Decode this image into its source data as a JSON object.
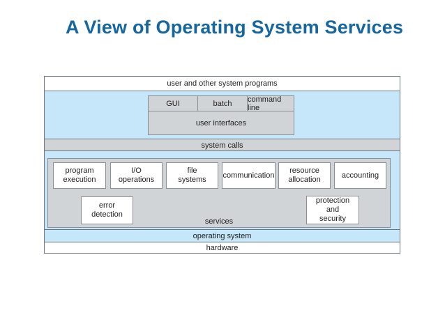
{
  "title": "A View of Operating System Services",
  "colors": {
    "title_text": "#15679e",
    "band_blue": "#c5e7f9",
    "panel_gray": "#d1d4d6",
    "border_dark": "#6d767d",
    "border_box": "#8a9096"
  },
  "diagram": {
    "user_programs_bar": "user and other system programs",
    "user_interface": {
      "cells": [
        "GUI",
        "batch",
        "command line"
      ],
      "label": "user interfaces"
    },
    "system_calls_bar": "system calls",
    "services": {
      "boxes": [
        {
          "id": "program-execution",
          "label": "program\nexecution"
        },
        {
          "id": "io-operations",
          "label": "I/O\noperations"
        },
        {
          "id": "file-systems",
          "label": "file\nsystems"
        },
        {
          "id": "communication",
          "label": "communication"
        },
        {
          "id": "resource-allocation",
          "label": "resource\nallocation"
        },
        {
          "id": "accounting",
          "label": "accounting"
        },
        {
          "id": "error-detection",
          "label": "error\ndetection"
        },
        {
          "id": "protection-security",
          "label": "protection\nand\nsecurity"
        }
      ],
      "panel_label": "services"
    },
    "os_bar": "operating system",
    "hardware_bar": "hardware"
  }
}
